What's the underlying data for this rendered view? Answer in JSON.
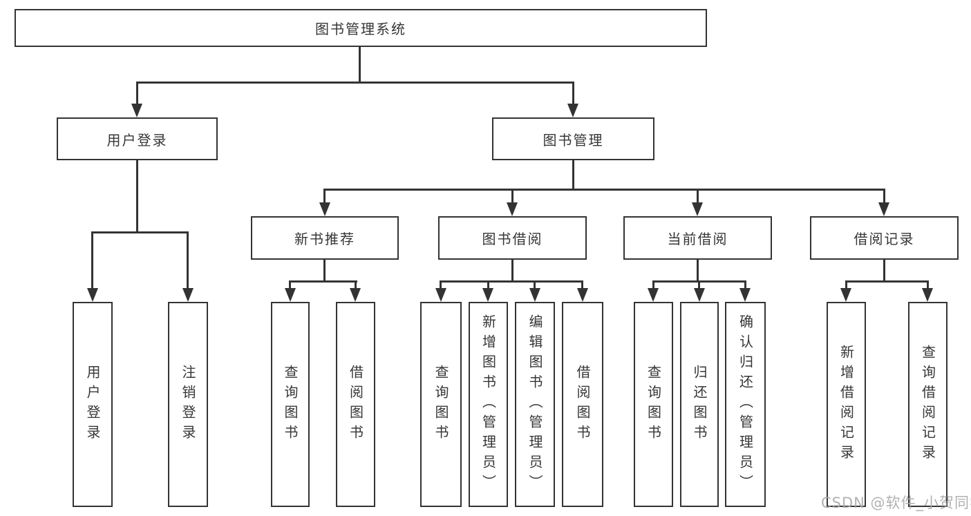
{
  "colors": {
    "line": "#333333",
    "box_border": "#333333",
    "box_fill": "#ffffff",
    "text": "#363636",
    "watermark": "#a8a8a8"
  },
  "diagram": {
    "root": {
      "label": "图书管理系统"
    },
    "level2": [
      {
        "label": "用户登录"
      },
      {
        "label": "图书管理"
      }
    ],
    "level3": [
      {
        "label": "新书推荐"
      },
      {
        "label": "图书借阅"
      },
      {
        "label": "当前借阅"
      },
      {
        "label": "借阅记录"
      }
    ],
    "leaves": {
      "user_login": [
        {
          "label": "用户登录"
        },
        {
          "label": "注销登录"
        }
      ],
      "new_book_recommend": [
        {
          "label": "查询图书"
        },
        {
          "label": "借阅图书"
        }
      ],
      "book_borrow": [
        {
          "label": "查询图书"
        },
        {
          "label": "新增图书（管理员）"
        },
        {
          "label": "编辑图书（管理员）"
        },
        {
          "label": "借阅图书"
        }
      ],
      "current_borrow": [
        {
          "label": "查询图书"
        },
        {
          "label": "归还图书"
        },
        {
          "label": "确认归还（管理员）"
        }
      ],
      "borrow_records": [
        {
          "label": "新增借阅记录"
        },
        {
          "label": "查询借阅记录"
        }
      ]
    }
  },
  "watermark": {
    "text": "CSDN @软件_小贺同学"
  }
}
